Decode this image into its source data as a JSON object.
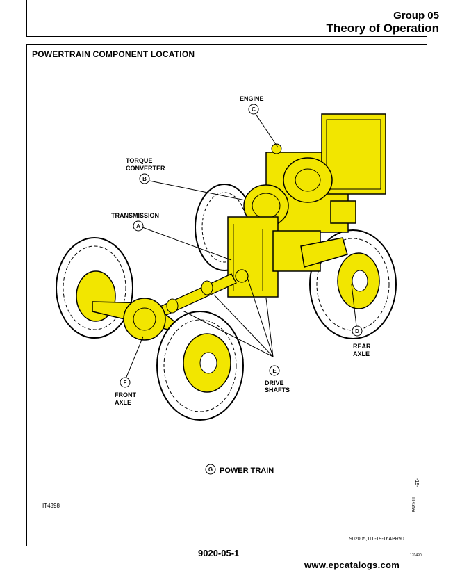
{
  "header": {
    "group": "Group 05",
    "title": "Theory of Operation"
  },
  "section_title": "POWERTRAIN COMPONENT LOCATION",
  "callouts": {
    "engine": {
      "letter": "C",
      "label": "ENGINE"
    },
    "torque": {
      "letter": "B",
      "label_line1": "TORQUE",
      "label_line2": "CONVERTER"
    },
    "transmission": {
      "letter": "A",
      "label": "TRANSMISSION"
    },
    "rear_axle": {
      "letter": "D",
      "label_line1": "REAR",
      "label_line2": "AXLE"
    },
    "drive_shafts": {
      "letter": "E",
      "label_line1": "DRIVE",
      "label_line2": "SHAFTS"
    },
    "front_axle": {
      "letter": "F",
      "label_line1": "FRONT",
      "label_line2": "AXLE"
    }
  },
  "caption": {
    "letter": "G",
    "label": "POWER TRAIN"
  },
  "figure_id": "IT4398",
  "side_code": "IT4398",
  "side_page": "-19-",
  "ref_code": "902005,1D   -19-16APR90",
  "page_number": "9020-05-1",
  "stamp": "170490",
  "watermark": "www.epcatalogs.com",
  "colors": {
    "component": "#f2e600",
    "outline": "#000000",
    "tire": "#ffffff"
  }
}
